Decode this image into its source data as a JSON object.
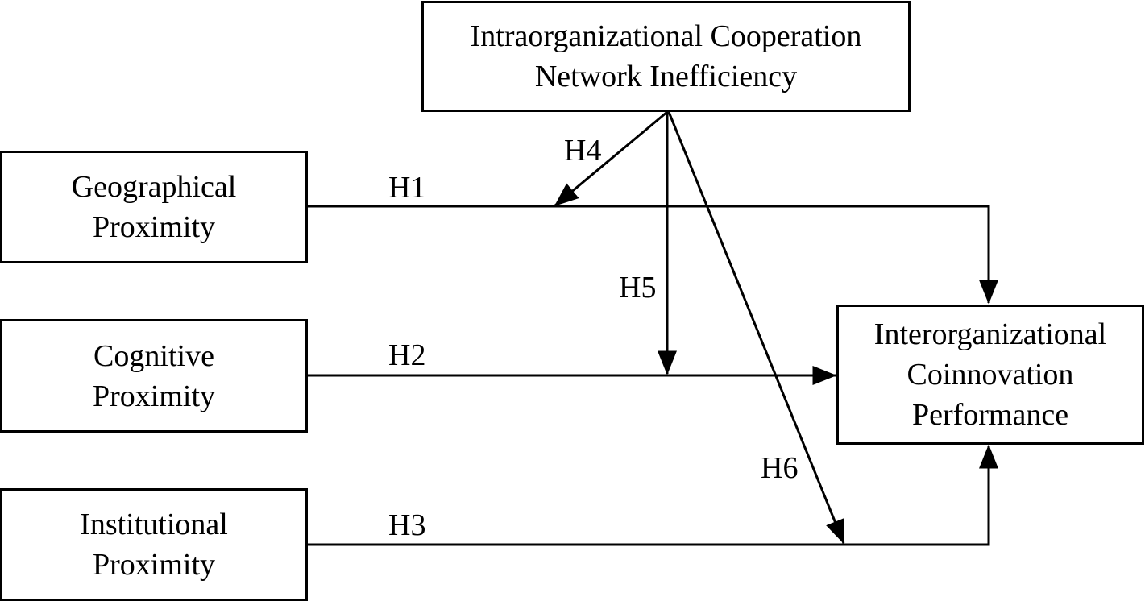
{
  "boxes": {
    "intra": {
      "lines": [
        "Intraorganizational Cooperation",
        "Network Inefficiency"
      ]
    },
    "geo": {
      "lines": [
        "Geographical",
        "Proximity"
      ]
    },
    "cog": {
      "lines": [
        "Cognitive",
        "Proximity"
      ]
    },
    "inst": {
      "lines": [
        "Institutional",
        "Proximity"
      ]
    },
    "inter": {
      "lines": [
        "Interorganizational",
        "Coinnovation",
        "Performance"
      ]
    }
  },
  "hypotheses": {
    "h1": "H1",
    "h2": "H2",
    "h3": "H3",
    "h4": "H4",
    "h5": "H5",
    "h6": "H6"
  },
  "colors": {
    "line": "#000000",
    "background": "#ffffff"
  }
}
